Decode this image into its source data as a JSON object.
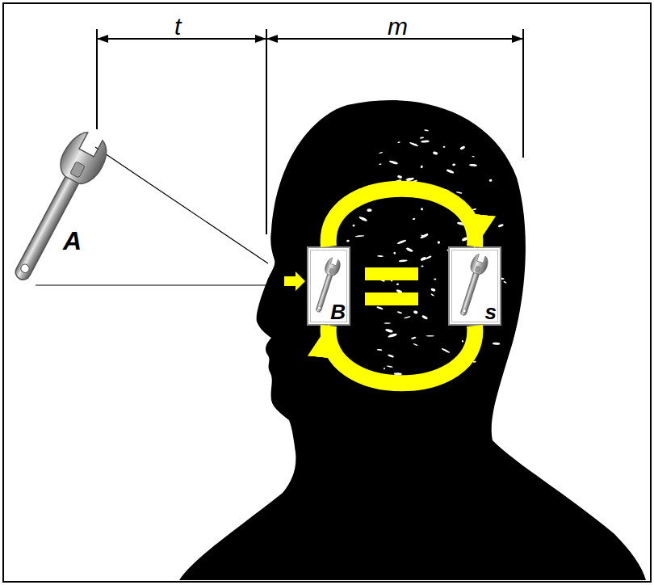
{
  "diagram": {
    "nodes": [
      {
        "text": [
          "B"
        ]
      },
      {
        "text": [
          "s"
        ]
      }
    ],
    "edges": [
      {
        "from": 0,
        "to": 1,
        "arrow": "to"
      },
      {
        "from": 1,
        "to": 0,
        "arrow": "to"
      }
    ],
    "labels": [
      "t",
      "m",
      "A"
    ]
  }
}
